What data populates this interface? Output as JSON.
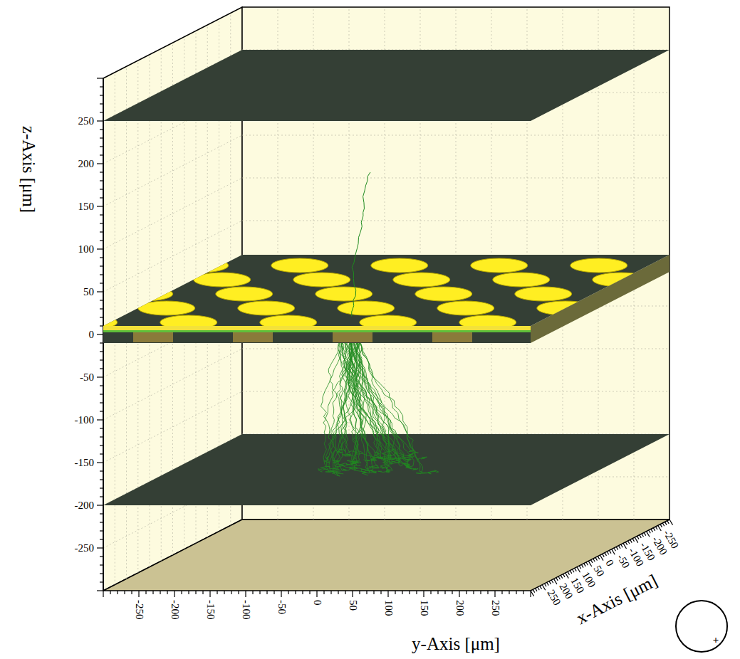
{
  "diagram": {
    "labels": [
      "z-Axis [μm]",
      "250",
      "200",
      "150",
      "100",
      "50",
      "0",
      "-50",
      "-100",
      "-150",
      "-200",
      "-250",
      "-250",
      "-200",
      "-150",
      "-100",
      "-50",
      "0",
      "50",
      "100",
      "150",
      "200",
      "250",
      "y-Axis [μm]",
      "250",
      "200",
      "150",
      "100",
      "50",
      "0",
      "-50",
      "-100",
      "-150",
      "-200",
      "-250",
      "x-Axis [μm]",
      "+"
    ]
  }
}
